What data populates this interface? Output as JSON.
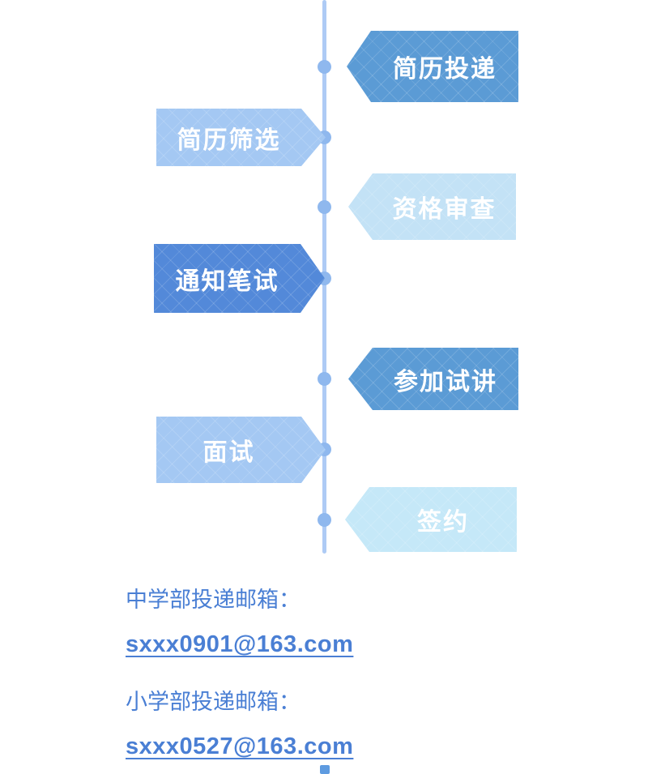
{
  "diagram": {
    "title_hint": "recruitment-process-flow",
    "timeline_color": "#aecbf5",
    "dot_color": "#8fb8ee",
    "steps": [
      {
        "label": "简历投递",
        "side": "right",
        "color": "#5b9bd5",
        "text_color": "#ffffff"
      },
      {
        "label": "简历筛选",
        "side": "left",
        "color": "#a4c8f3",
        "text_color": "#ffffff"
      },
      {
        "label": "资格审查",
        "side": "right",
        "color": "#c3e2f6",
        "text_color": "#ffffff"
      },
      {
        "label": "通知笔试",
        "side": "left",
        "color": "#5389d9",
        "text_color": "#ffffff"
      },
      {
        "label": "参加试讲",
        "side": "right",
        "color": "#5b9bd5",
        "text_color": "#ffffff"
      },
      {
        "label": "面试",
        "side": "left",
        "color": "#a4c8f3",
        "text_color": "#ffffff"
      },
      {
        "label": "签约",
        "side": "right",
        "color": "#c5e8f8",
        "text_color": "#ffffff"
      }
    ]
  },
  "contact": {
    "text_color": "#4a7fd4",
    "middle_school_label": "中学部投递邮箱：",
    "middle_school_email": "sxxx0901@163.com",
    "primary_school_label": "小学部投递邮箱：",
    "primary_school_email": "sxxx0527@163.com"
  }
}
